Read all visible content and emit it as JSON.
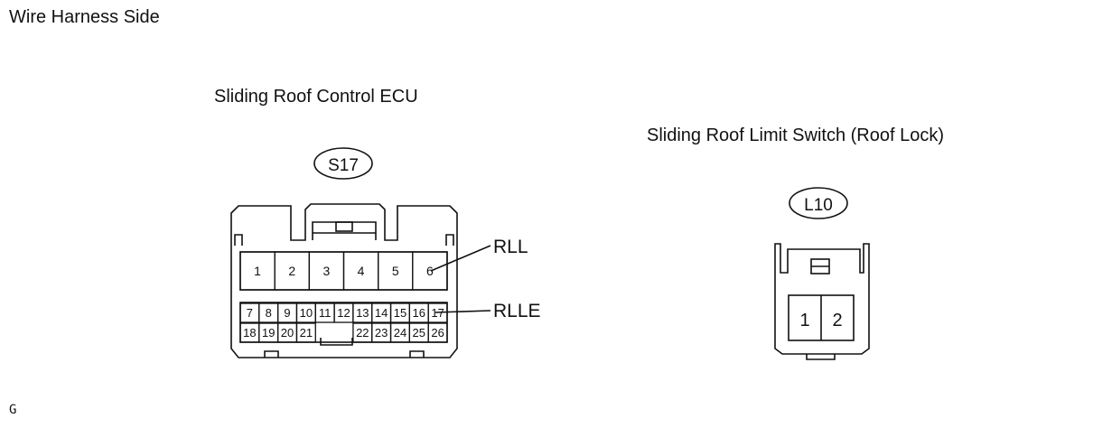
{
  "header": {
    "title": "Wire Harness Side"
  },
  "ecu": {
    "title": "Sliding Roof Control ECU",
    "connector_code": "S17",
    "pins_top": [
      "1",
      "2",
      "3",
      "4",
      "5",
      "6"
    ],
    "pins_mid": [
      "7",
      "8",
      "9",
      "10",
      "11",
      "12",
      "13",
      "14",
      "15",
      "16",
      "17"
    ],
    "pins_bottom_left": [
      "18",
      "19",
      "20",
      "21"
    ],
    "pins_bottom_right": [
      "22",
      "23",
      "24",
      "25",
      "26"
    ],
    "callouts": [
      {
        "label": "RLL",
        "pin": "6"
      },
      {
        "label": "RLLE",
        "pin": "17"
      }
    ]
  },
  "switch": {
    "title": "Sliding Roof Limit Switch (Roof Lock)",
    "connector_code": "L10",
    "pins": [
      "1",
      "2"
    ]
  },
  "footer": {
    "note": "G"
  }
}
